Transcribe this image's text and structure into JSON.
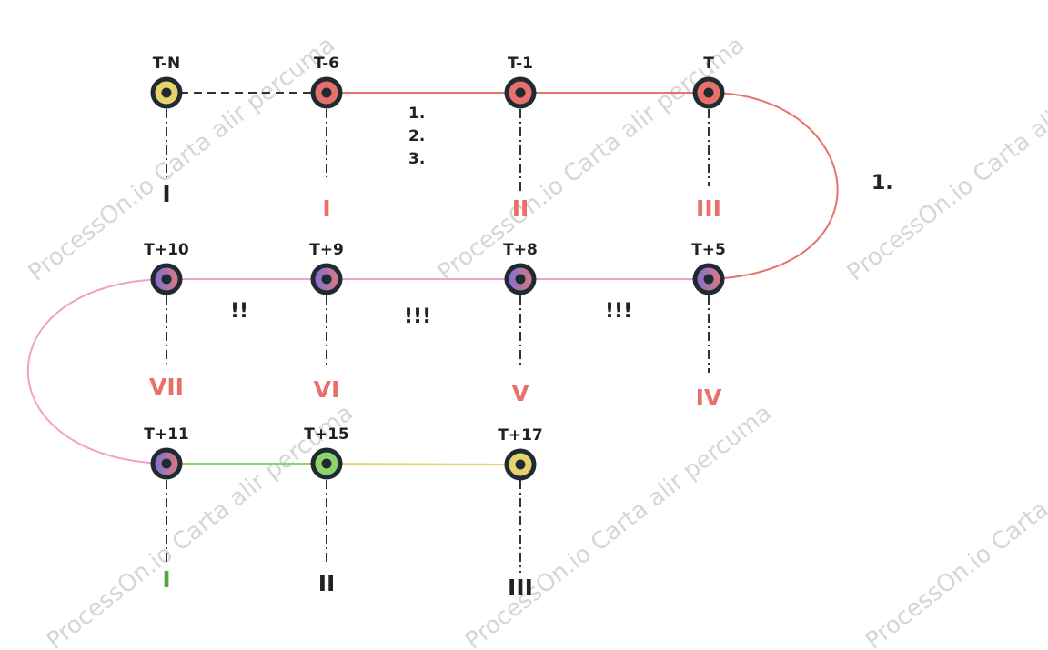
{
  "watermark": "ProcessOn.io Carta alir percuma",
  "colors": {
    "red": "#e8706b",
    "pink": "#f0a0cc",
    "green": "#8fd46a",
    "yellow": "#e8d26e",
    "dark": "#1f2a33",
    "roman_red": "#e8706b",
    "roman_green": "#5aa044",
    "roman_black": "#222222"
  },
  "nodes": [
    {
      "id": "n-tn",
      "label": "T-N",
      "fill": "#e8d26e",
      "roman": "I",
      "roman_color": "#222222"
    },
    {
      "id": "n-t6",
      "label": "T-6",
      "fill": "#e8706b",
      "roman": "I",
      "roman_color": "#e8706b"
    },
    {
      "id": "n-t1",
      "label": "T-1",
      "fill": "#e8706b",
      "roman": "II",
      "roman_color": "#e8706b"
    },
    {
      "id": "n-t",
      "label": "T",
      "fill": "#e8706b",
      "roman": "III",
      "roman_color": "#e8706b"
    },
    {
      "id": "n-t10",
      "label": "T+10",
      "fill": "gradient",
      "roman": "VII",
      "roman_color": "#e8706b"
    },
    {
      "id": "n-t9",
      "label": "T+9",
      "fill": "gradient",
      "roman": "VI",
      "roman_color": "#e8706b"
    },
    {
      "id": "n-t8",
      "label": "T+8",
      "fill": "gradient",
      "roman": "V",
      "roman_color": "#e8706b"
    },
    {
      "id": "n-t5",
      "label": "T+5",
      "fill": "gradient",
      "roman": "IV",
      "roman_color": "#e8706b"
    },
    {
      "id": "n-t11",
      "label": "T+11",
      "fill": "gradient",
      "roman": "I",
      "roman_color": "#5aa044"
    },
    {
      "id": "n-t15",
      "label": "T+15",
      "fill": "#8fd46a",
      "roman": "II",
      "roman_color": "#222222"
    },
    {
      "id": "n-t17",
      "label": "T+17",
      "fill": "#e8d26e",
      "roman": "III",
      "roman_color": "#222222"
    }
  ],
  "notes": {
    "list_1": "1.",
    "list_2": "2.",
    "list_3": "3.",
    "curve_note": "1.",
    "gap_a": "!!",
    "gap_b": "!!!",
    "gap_c": "!!!"
  }
}
